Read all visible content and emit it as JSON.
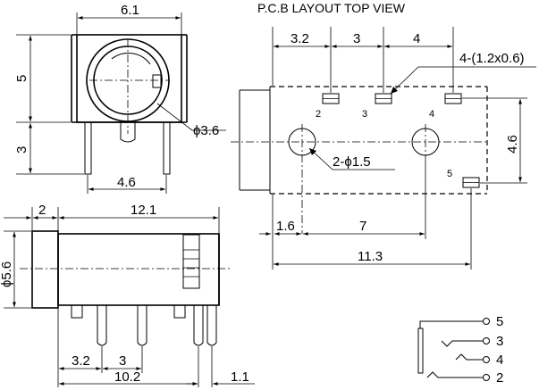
{
  "title": "P.C.B LAYOUT TOP VIEW",
  "front_view": {
    "width": "6.1",
    "upper_height": "5",
    "lower_height": "3",
    "bore_diameter": "ϕ3.6",
    "pin_spacing": "4.6"
  },
  "pcb_layout": {
    "dim_pin2_to_3": "3.2",
    "dim_pin3_to_4": "3",
    "dim_pin4_offset": "4",
    "slot_spec": "4-(1.2x0.6)",
    "hole_spec": "2-ϕ1.5",
    "width": "4.6",
    "hole_offset": "1.6",
    "hole_pitch": "7",
    "overall_length": "11.3",
    "pin_labels": [
      "2",
      "3",
      "4",
      "5"
    ]
  },
  "side_view": {
    "front_length": "2",
    "body_length": "12.1",
    "diameter": "ϕ5.6",
    "dim_a": "3.2",
    "dim_b": "3",
    "dim_total": "10.2",
    "dim_pin": "1.1"
  },
  "schematic": {
    "labels": [
      "5",
      "3",
      "4",
      "2"
    ]
  }
}
